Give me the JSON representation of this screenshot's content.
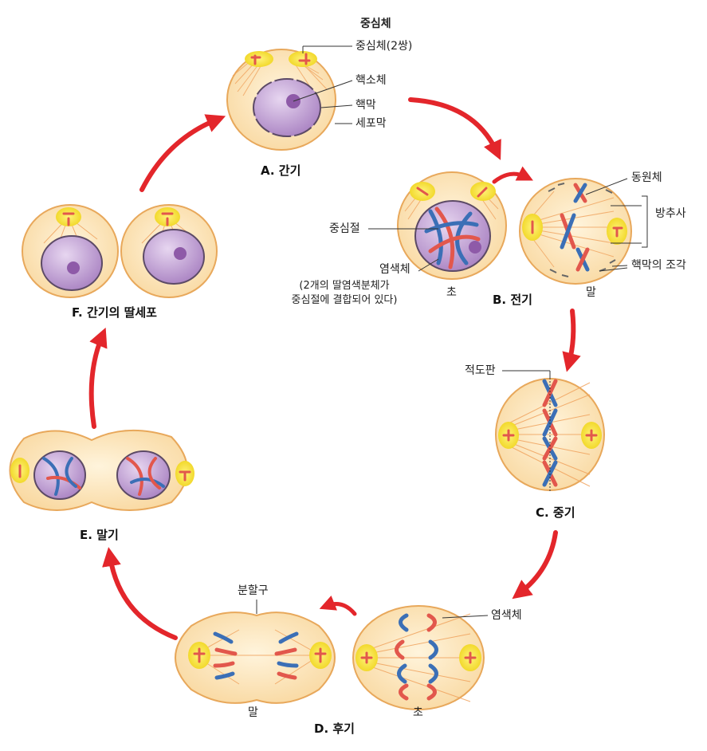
{
  "stages": {
    "a": "A. 간기",
    "b": "B. 전기",
    "c": "C. 중기",
    "d": "D. 후기",
    "e": "E. 말기",
    "f": "F. 간기의 딸세포"
  },
  "labels": {
    "centrosome_heading": "중심체",
    "centrosome_pair": "중심체(2쌍)",
    "nucleolus": "핵소체",
    "nuclear_membrane": "핵막",
    "cell_membrane": "세포막",
    "centromere": "중심절",
    "chromosome": "염색체",
    "chromosome_note_1": "(2개의 딸염색분체가",
    "chromosome_note_2": "중심절에 결합되어 있다)",
    "kinetochore": "동원체",
    "spindle": "방추사",
    "nuclear_fragments": "핵막의 조각",
    "metaphase_plate": "적도판",
    "anaphase_chromosome": "염색체",
    "cleavage_furrow": "분할구",
    "early": "초",
    "late": "말",
    "early_d": "초",
    "late_d": "말"
  },
  "colors": {
    "cytoplasm": "#fbe2b4",
    "cell_outline": "#e8a85b",
    "nucleus": "#b48ac9",
    "nucleolus": "#8e5aa8",
    "centrosome": "#f6e64a",
    "spindle": "#f0a35e",
    "chromatid_red": "#e2574c",
    "chromatid_blue": "#3b6fb6",
    "arrow": "#e3262b"
  }
}
